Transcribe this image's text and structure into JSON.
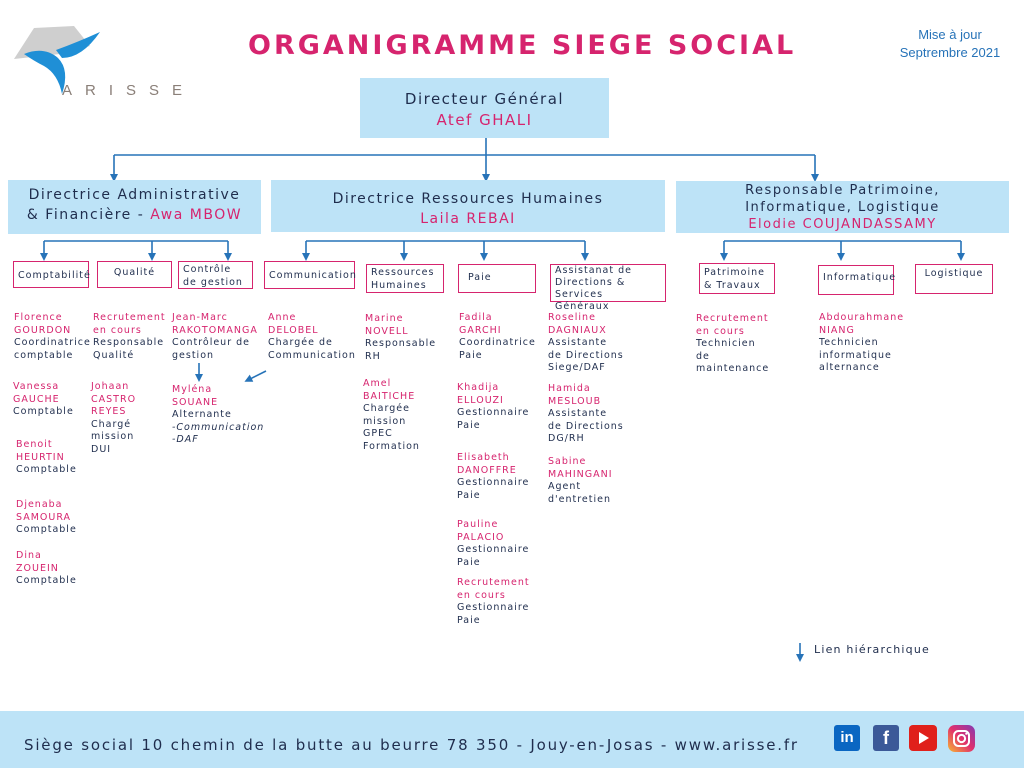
{
  "header": {
    "title": "ORGANIGRAMME SIEGE SOCIAL",
    "update_line1": "Mise à jour",
    "update_line2": "Septrembre 2021",
    "brand": "ARISSE"
  },
  "director": {
    "role": "Directeur Général",
    "name": "Atef GHALI"
  },
  "directions": {
    "daf": {
      "role_line1": "Directrice Administrative",
      "role_line2": "& Financière -",
      "name": "Awa MBOW"
    },
    "drh": {
      "role": "Directrice Ressources Humaines",
      "name": "Laila REBAI"
    },
    "pil": {
      "role_line1": "Responsable Patrimoine,",
      "role_line2": "Informatique, Logistique",
      "name": "Elodie COUJANDASSAMY"
    }
  },
  "departments": {
    "comptabilite": "Comptabilité",
    "qualite": "Qualité",
    "controle": "Contrôle de gestion",
    "communication": "Communication",
    "rh": "Ressources Humaines",
    "paie": "Paie",
    "assistanat": "Assistanat de Directions & Services Généraux",
    "patrimoine": "Patrimoine & Travaux",
    "informatique": "Informatique",
    "logistique": "Logistique"
  },
  "people": {
    "florence": {
      "n1": "Florence",
      "n2": "GOURDON",
      "r1": "Coordinatrice",
      "r2": "comptable"
    },
    "vanessa": {
      "n1": "Vanessa",
      "n2": "GAUCHE",
      "r1": "Comptable"
    },
    "benoit": {
      "n1": "Benoit",
      "n2": "HEURTIN",
      "r1": "Comptable"
    },
    "djenaba": {
      "n1": "Djenaba",
      "n2": "SAMOURA",
      "r1": "Comptable"
    },
    "dina": {
      "n1": "Dina",
      "n2": "ZOUEIN",
      "r1": "Comptable"
    },
    "recrut_qualite": {
      "n1": "Recrutement",
      "n2": "en cours",
      "r1": "Responsable",
      "r2": "Qualité"
    },
    "johaan": {
      "n1": "Johaan",
      "n2": "CASTRO",
      "n3": "REYES",
      "r1": "Chargé",
      "r2": "mission",
      "r3": "DUI"
    },
    "jeanmarc": {
      "n1": "Jean-Marc",
      "n2": "RAKOTOMANGA",
      "r1": "Contrôleur de",
      "r2": "gestion"
    },
    "mylena": {
      "n1": "Myléna",
      "n2": "SOUANE",
      "r1": "Alternante",
      "r2": "-Communication",
      "r3": "-DAF"
    },
    "anne": {
      "n1": "Anne",
      "n2": "DELOBEL",
      "r1": "Chargée de",
      "r2": "Communication"
    },
    "marine": {
      "n1": "Marine",
      "n2": "NOVELL",
      "r1": "Responsable",
      "r2": "RH"
    },
    "amel": {
      "n1": "Amel",
      "n2": "BAITICHE",
      "r1": "Chargée",
      "r2": "mission",
      "r3": "GPEC",
      "r4": "Formation"
    },
    "fadila": {
      "n1": "Fadila",
      "n2": "GARCHI",
      "r1": "Coordinatrice",
      "r2": "Paie"
    },
    "khadija": {
      "n1": "Khadija",
      "n2": "ELLOUZI",
      "r1": "Gestionnaire",
      "r2": "Paie"
    },
    "elisabeth": {
      "n1": "Elisabeth",
      "n2": "DANOFFRE",
      "r1": "Gestionnaire",
      "r2": "Paie"
    },
    "pauline": {
      "n1": "Pauline",
      "n2": "PALACIO",
      "r1": "Gestionnaire",
      "r2": "Paie"
    },
    "recrut_paie": {
      "n1": "Recrutement",
      "n2": "en cours",
      "r1": "Gestionnaire",
      "r2": "Paie"
    },
    "roseline": {
      "n1": "Roseline",
      "n2": "DAGNIAUX",
      "r1": "Assistante",
      "r2": "de Directions",
      "r3": "Siege/DAF"
    },
    "hamida": {
      "n1": "Hamida",
      "n2": "MESLOUB",
      "r1": "Assistante",
      "r2": "de Directions",
      "r3": "DG/RH"
    },
    "sabine": {
      "n1": "Sabine",
      "n2": "MAHINGANI",
      "r1": "Agent",
      "r2": "d'entretien"
    },
    "recrut_maint": {
      "n1": "Recrutement",
      "n2": "en cours",
      "r1": "Technicien",
      "r2": "de",
      "r3": "maintenance"
    },
    "abdou": {
      "n1": "Abdourahmane",
      "n2": "NIANG",
      "r1": "Technicien",
      "r2": "informatique",
      "r3": "alternance"
    }
  },
  "legend": {
    "label": "Lien hiérarchique"
  },
  "footer": {
    "address": "Siège social 10 chemin de la butte au beurre 78 350 - Jouy-en-Josas - www.arisse.fr"
  },
  "social": {
    "linkedin": "in",
    "facebook": "f"
  },
  "colors": {
    "pink": "#d6246e",
    "light_blue": "#bde3f7",
    "arrow_blue": "#2773b8",
    "navy": "#1f2d4d"
  },
  "icons": [
    "arisse-logo-icon",
    "linkedin-icon",
    "facebook-icon",
    "youtube-icon",
    "instagram-icon",
    "arrow-down-icon"
  ]
}
